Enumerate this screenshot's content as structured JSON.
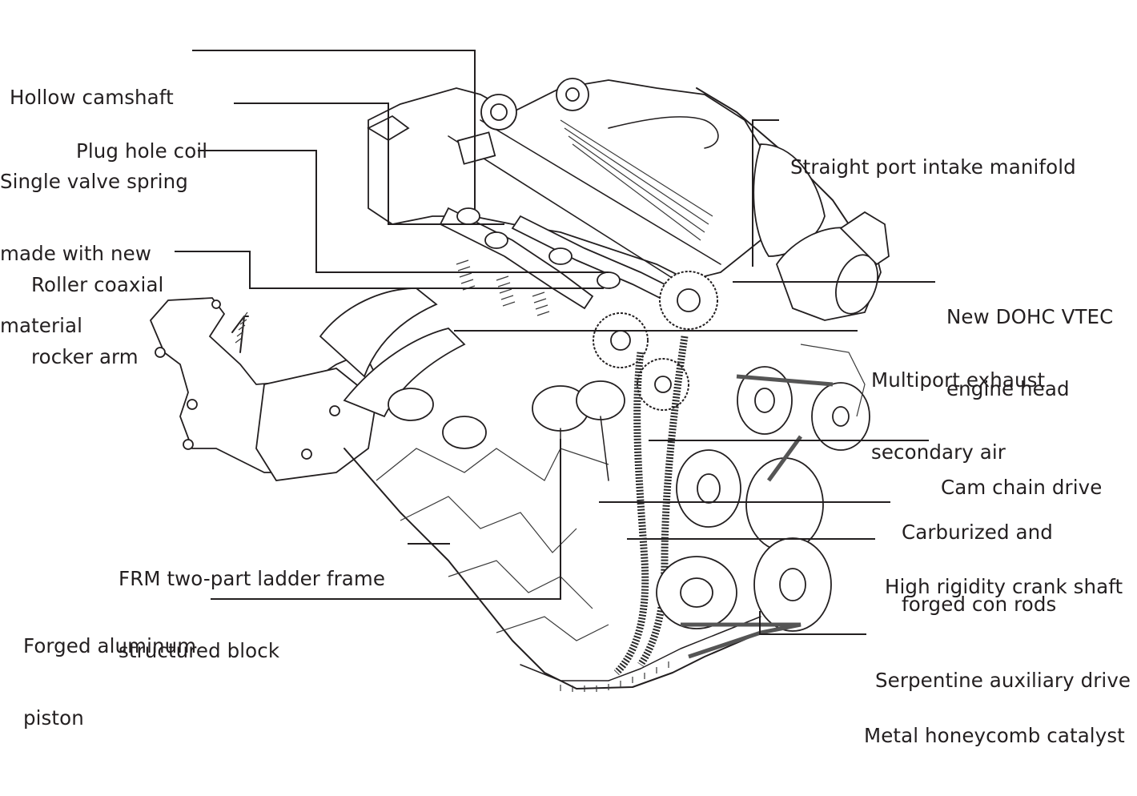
{
  "diagram": {
    "subject": "Engine cutaway illustration",
    "colors": {
      "ink": "#231f20",
      "background": "#ffffff"
    },
    "callouts": [
      {
        "id": "hollow-camshaft",
        "lines": [
          "Hollow camshaft"
        ]
      },
      {
        "id": "plug-hole-coil",
        "lines": [
          "Plug hole coil"
        ]
      },
      {
        "id": "single-valve-spring",
        "lines": [
          "Single valve spring",
          "made with new",
          "material"
        ]
      },
      {
        "id": "roller-coaxial-rocker-arm",
        "lines": [
          "Roller coaxial",
          "rocker arm"
        ]
      },
      {
        "id": "frm-ladder-frame-block",
        "lines": [
          "FRM two-part ladder frame",
          "structured block"
        ]
      },
      {
        "id": "forged-aluminum-piston",
        "lines": [
          "Forged aluminum",
          "piston"
        ]
      },
      {
        "id": "straight-port-intake-manifold",
        "lines": [
          "Straight port intake manifold"
        ]
      },
      {
        "id": "dohc-vtec-engine-head",
        "lines": [
          "New DOHC VTEC",
          "engine head"
        ]
      },
      {
        "id": "multiport-exhaust-secondary-air",
        "lines": [
          "Multiport exhaust",
          "secondary air"
        ]
      },
      {
        "id": "cam-chain-drive",
        "lines": [
          "Cam chain drive"
        ]
      },
      {
        "id": "carburized-forged-con-rods",
        "lines": [
          "Carburized and",
          "forged con rods"
        ]
      },
      {
        "id": "high-rigidity-crank-shaft",
        "lines": [
          "High rigidity crank shaft"
        ]
      },
      {
        "id": "serpentine-auxiliary-drive",
        "lines": [
          "Serpentine auxiliary drive"
        ]
      },
      {
        "id": "metal-honeycomb-catalyst",
        "lines": [
          "Metal honeycomb catalyst"
        ]
      }
    ]
  }
}
